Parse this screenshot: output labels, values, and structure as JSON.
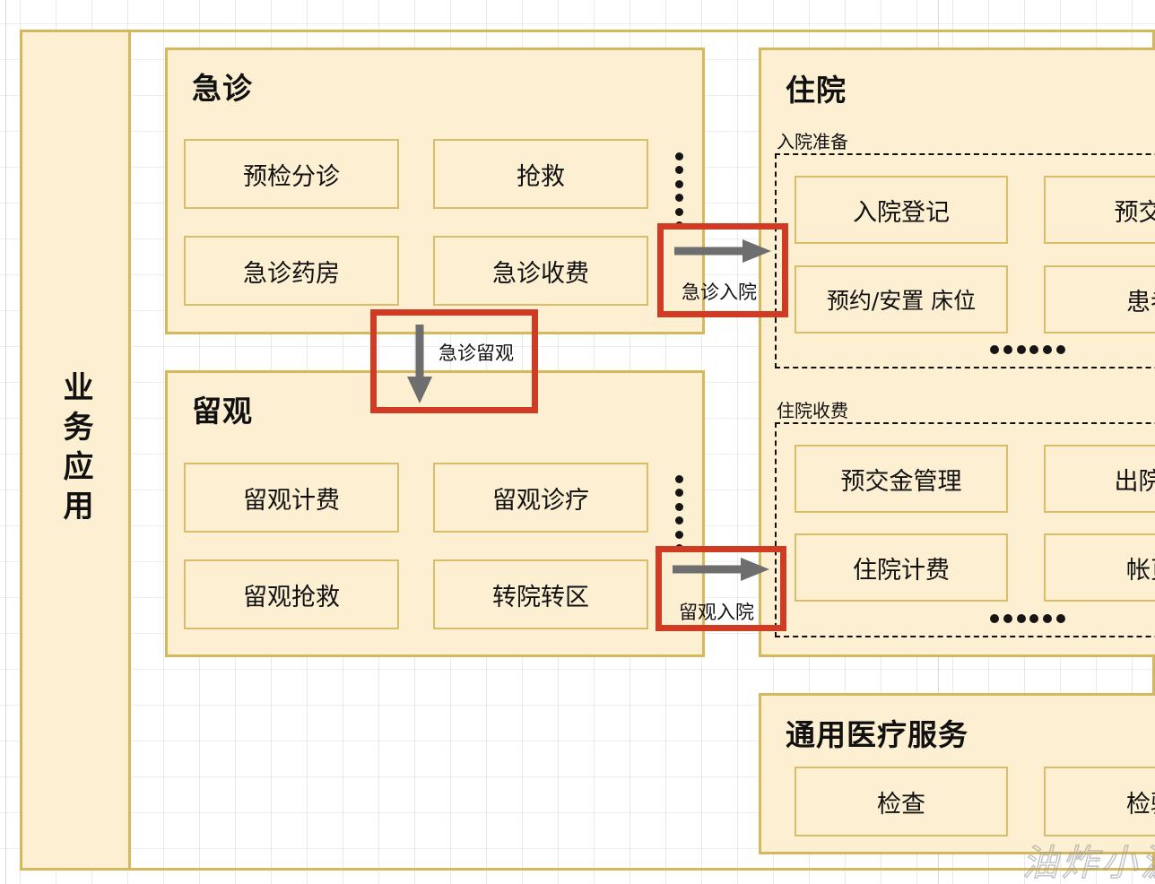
{
  "diagram": {
    "sidebar": {
      "label": "业务应用"
    },
    "emergency_panel": {
      "title": "急诊",
      "items": [
        "预检分诊",
        "抢救",
        "急诊药房",
        "急诊收费"
      ],
      "ellipsis": "⋮"
    },
    "observation_panel": {
      "title": "留观",
      "items": [
        "留观计费",
        "留观诊疗",
        "留观抢救",
        "转院转区"
      ],
      "ellipsis": "⋮"
    },
    "inpatient_panel": {
      "title": "住院",
      "groups": [
        {
          "label": "入院准备",
          "items": [
            "入院登记",
            "预交金",
            "预约/安置 床位",
            "患者"
          ],
          "ellipsis": "……"
        },
        {
          "label": "住院收费",
          "items": [
            "预交金管理",
            "出院结",
            "住院计费",
            "帐页"
          ],
          "ellipsis": "……"
        }
      ]
    },
    "general_services_panel": {
      "title": "通用医疗服务",
      "items": [
        "检查",
        "检验"
      ]
    },
    "callouts": [
      {
        "label": "急诊入院",
        "direction": "right"
      },
      {
        "label": "急诊留观",
        "direction": "down"
      },
      {
        "label": "留观入院",
        "direction": "right"
      }
    ],
    "watermark": "油炸小波",
    "colors": {
      "fill": "#fcefd2",
      "border": "#d6b85c",
      "leaf_border": "#d9bd6a",
      "callout": "#cf3b23",
      "arrow": "#6e6e6e",
      "text": "#111111"
    }
  }
}
